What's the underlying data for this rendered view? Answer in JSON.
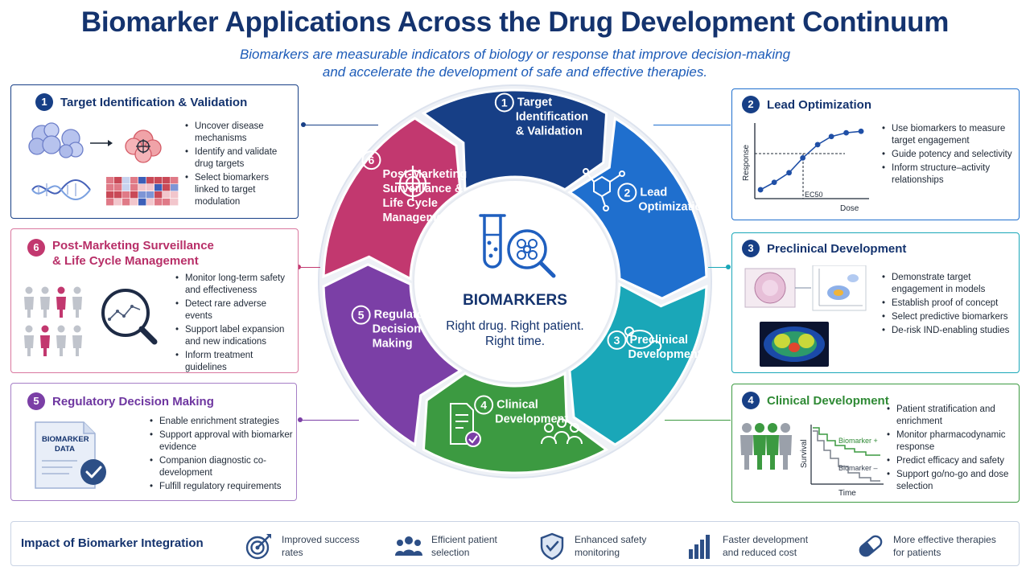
{
  "title": "Biomarker Applications Across the Drug Development Continuum",
  "subtitle_line1": "Biomarkers are measurable indicators of biology or response that improve decision-making",
  "subtitle_line2": "and accelerate the development of safe and effective therapies.",
  "center": {
    "label": "BIOMARKERS",
    "tagline_line1": "Right drug. Right patient.",
    "tagline_line2": "Right time."
  },
  "colors": {
    "target": "#173f86",
    "lead": "#1f6fce",
    "preclinical": "#1aa7b8",
    "clinical": "#3c9a41",
    "regulatory": "#7b3fa6",
    "postmarketing": "#c2386f",
    "navy": "#14336e"
  },
  "wheel": [
    {
      "num": "1",
      "lines": [
        "Target",
        "Identification",
        "& Validation"
      ],
      "icon": "target-icon"
    },
    {
      "num": "2",
      "lines": [
        "Lead",
        "Optimization"
      ],
      "icon": "molecule-icon"
    },
    {
      "num": "3",
      "lines": [
        "Preclinical",
        "Development"
      ],
      "icon": "mouse-icon"
    },
    {
      "num": "4",
      "lines": [
        "Clinical",
        "Development"
      ],
      "icon": "patients-icon"
    },
    {
      "num": "5",
      "lines": [
        "Regulatory",
        "Decision",
        "Making"
      ],
      "icon": "document-check-icon"
    },
    {
      "num": "6",
      "lines": [
        "Post-Marketing",
        "Surveillance &",
        "Life Cycle",
        "Management"
      ],
      "icon": "none"
    }
  ],
  "cards": {
    "target": {
      "num": "1",
      "title": "Target Identification & Validation",
      "bullets": [
        "Uncover disease mechanisms",
        "Identify and validate drug targets",
        "Select biomarkers linked to target modulation"
      ]
    },
    "postmarketing": {
      "num": "6",
      "title_line1": "Post-Marketing Surveillance",
      "title_line2": "& Life Cycle Management",
      "bullets": [
        "Monitor long-term safety and effectiveness",
        "Detect rare adverse events",
        "Support label expansion and new indications",
        "Inform treatment guidelines"
      ]
    },
    "regulatory": {
      "num": "5",
      "title": "Regulatory Decision Making",
      "doc_line1": "BIOMARKER",
      "doc_line2": "DATA",
      "bullets": [
        "Enable enrichment strategies",
        "Support approval with biomarker evidence",
        "Companion diagnostic co-development",
        "Fulfill regulatory requirements"
      ]
    },
    "lead": {
      "num": "2",
      "title": "Lead Optimization",
      "chart_ylabel": "Response",
      "chart_xlabel": "Dose",
      "chart_annot": "EC50",
      "bullets": [
        "Use biomarkers to measure target engagement",
        "Guide potency and selectivity",
        "Inform structure–activity relationships"
      ]
    },
    "preclinical": {
      "num": "3",
      "title": "Preclinical Development",
      "bullets": [
        "Demonstrate target engagement in models",
        "Establish proof of concept",
        "Select predictive biomarkers",
        "De-risk IND-enabling studies"
      ]
    },
    "clinical": {
      "num": "4",
      "title": "Clinical Development",
      "chart_ylabel": "Survival",
      "chart_xlabel": "Time",
      "series_plus": "Biomarker +",
      "series_minus": "Biomarker –",
      "bullets": [
        "Patient stratification and enrichment",
        "Monitor pharmacodynamic response",
        "Predict efficacy and safety",
        "Support go/no-go and dose selection"
      ]
    }
  },
  "impact": {
    "title": "Impact of Biomarker Integration",
    "items": [
      {
        "label": "Improved success rates",
        "icon": "target-arrow-icon"
      },
      {
        "label": "Efficient patient selection",
        "icon": "people-icon"
      },
      {
        "label": "Enhanced safety monitoring",
        "icon": "shield-check-icon"
      },
      {
        "label": "Faster development and reduced cost",
        "icon": "bar-growth-icon"
      },
      {
        "label": "More effective therapies for patients",
        "icon": "capsule-icon"
      }
    ]
  },
  "curve_points": [
    [
      0.05,
      0.12
    ],
    [
      0.17,
      0.22
    ],
    [
      0.3,
      0.35
    ],
    [
      0.42,
      0.55
    ],
    [
      0.55,
      0.73
    ],
    [
      0.67,
      0.84
    ],
    [
      0.8,
      0.89
    ],
    [
      0.93,
      0.91
    ]
  ]
}
